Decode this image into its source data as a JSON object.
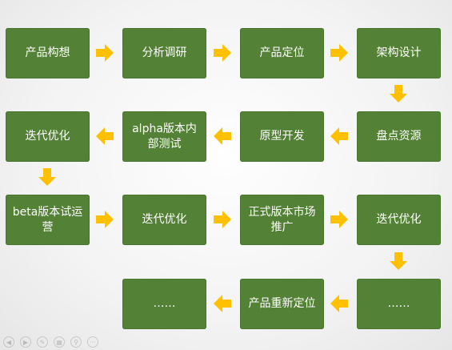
{
  "colors": {
    "box_fill": "#538135",
    "arrow": "#ffc000",
    "text": "#ffffff"
  },
  "boxes": [
    {
      "id": "b1",
      "label": "产品构想"
    },
    {
      "id": "b2",
      "label": "分析调研"
    },
    {
      "id": "b3",
      "label": "产品定位"
    },
    {
      "id": "b4",
      "label": "架构设计"
    },
    {
      "id": "b5",
      "label": "盘点资源"
    },
    {
      "id": "b6",
      "label": "原型开发"
    },
    {
      "id": "b7",
      "label": "alpha版本内部测试"
    },
    {
      "id": "b8",
      "label": "迭代优化"
    },
    {
      "id": "b9",
      "label": "beta版本试运营"
    },
    {
      "id": "b10",
      "label": "迭代优化"
    },
    {
      "id": "b11",
      "label": "正式版本市场推广"
    },
    {
      "id": "b12",
      "label": "迭代优化"
    },
    {
      "id": "b13",
      "label": "……"
    },
    {
      "id": "b14",
      "label": "产品重新定位"
    },
    {
      "id": "b15",
      "label": "……"
    }
  ],
  "toolbar": {
    "icons": [
      "previous-icon",
      "next-icon",
      "pen-icon",
      "slides-icon",
      "zoom-icon",
      "more-icon"
    ],
    "glyphs": [
      "◀",
      "▶",
      "✎",
      "▦",
      "⚲",
      "···"
    ]
  }
}
